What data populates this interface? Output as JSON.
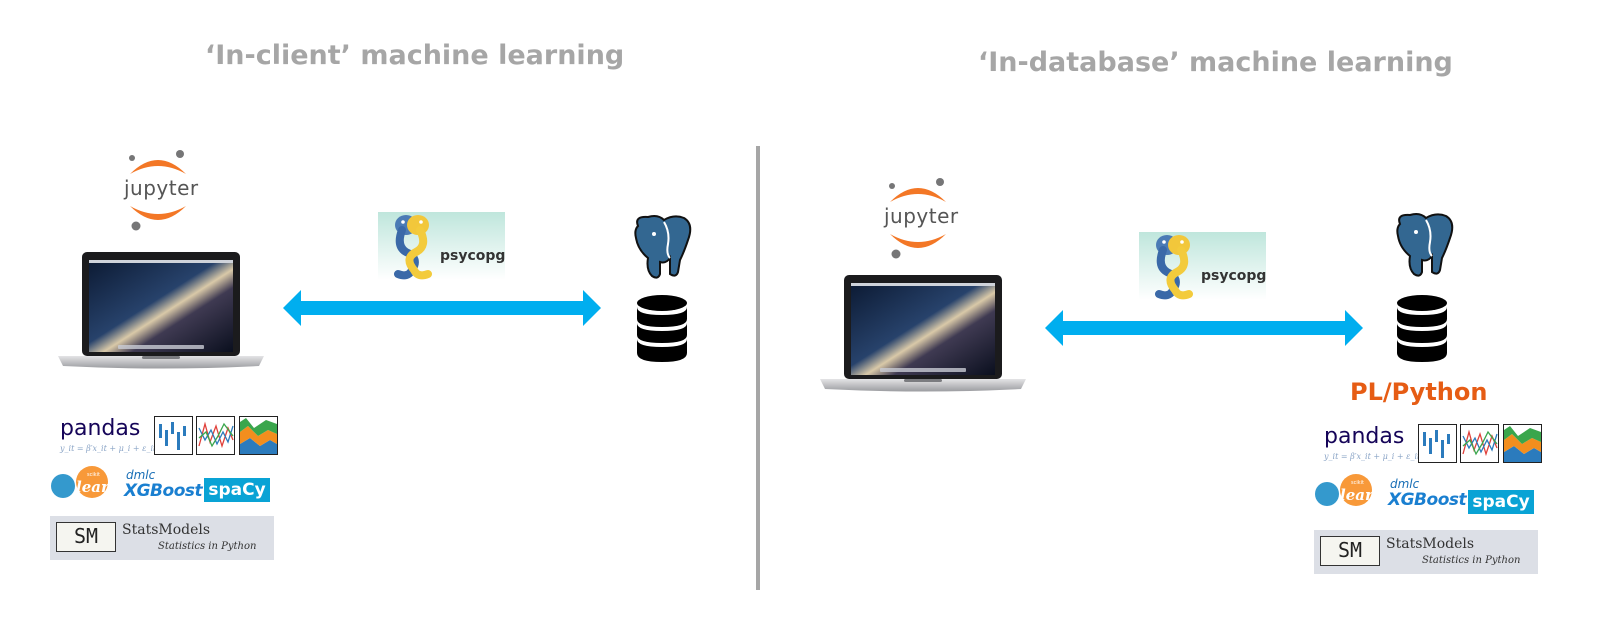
{
  "titles": {
    "left": "‘In-client’ machine learning",
    "right": "‘In-database’ machine learning"
  },
  "left": {
    "jupyter": "jupyter",
    "psycopg": "psycopg",
    "pandas": "pandas",
    "pandas_formula": "y_it = β′x_it + μ_i + ε_it",
    "sklearn": "learn",
    "sklearn_small": "scikit",
    "dmlc": "dmlc",
    "xgboost": "XGBoost",
    "spacy": "spaCy",
    "statsmodels_badge": "SM",
    "statsmodels_name": "StatsModels",
    "statsmodels_sub": "Statistics in Python"
  },
  "right": {
    "jupyter": "jupyter",
    "psycopg": "psycopg",
    "plpython": "PL/Python",
    "pandas": "pandas",
    "pandas_formula": "y_it = β′x_it + μ_i + ε_it",
    "sklearn": "learn",
    "sklearn_small": "scikit",
    "dmlc": "dmlc",
    "xgboost": "XGBoost",
    "spacy": "spaCy",
    "statsmodels_badge": "SM",
    "statsmodels_name": "StatsModels",
    "statsmodels_sub": "Statistics in Python"
  },
  "colors": {
    "title": "#a6a6a6",
    "arrow": "#00aeef",
    "jupyter_orange": "#f37726",
    "postgres_blue": "#336791",
    "plpython": "#e65c14",
    "spacy": "#09a3d5",
    "database": "#000000"
  },
  "icons": [
    "jupyter-logo-icon",
    "laptop-icon",
    "python-snakes-icon",
    "double-arrow-icon",
    "postgresql-elephant-icon",
    "database-icon"
  ]
}
